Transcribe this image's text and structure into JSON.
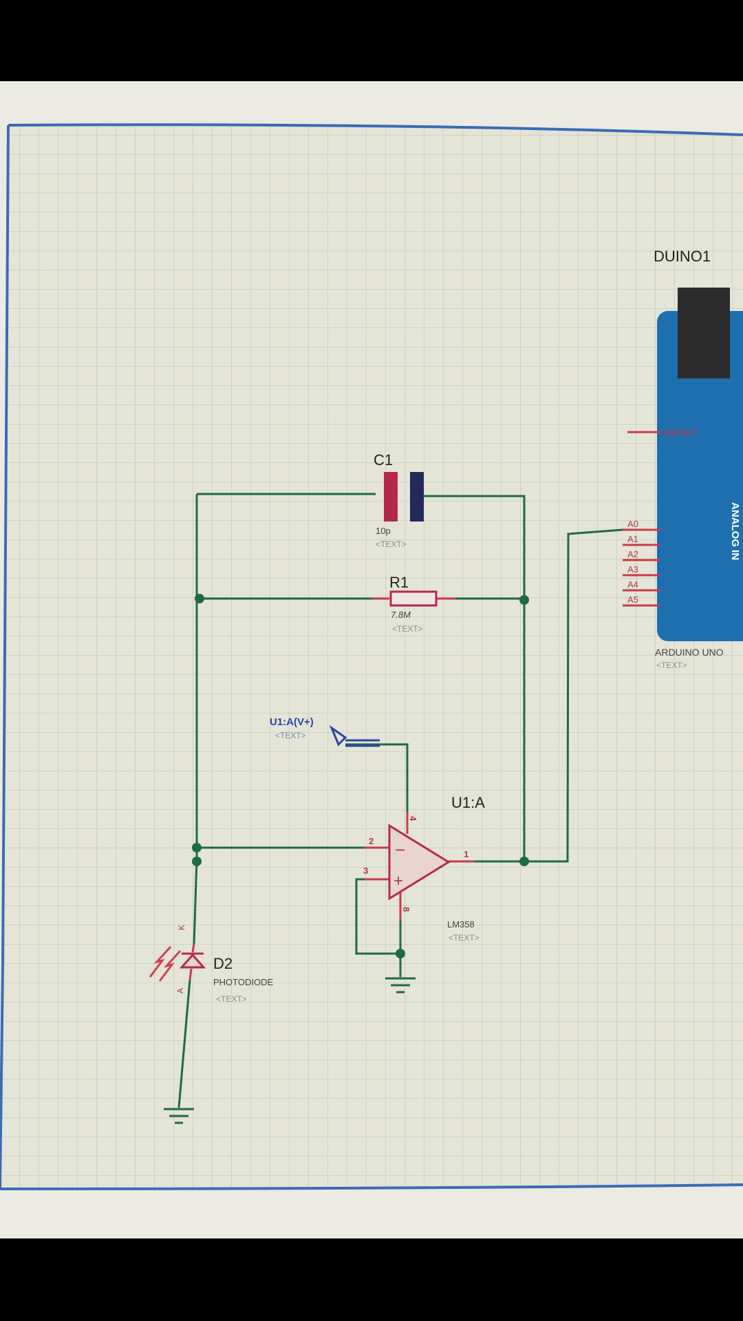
{
  "schematic": {
    "arduino": {
      "ref": "DUINO1",
      "reset_label": "RESET",
      "analog_label": "ANALOG IN",
      "analog_pins": [
        "A0",
        "A1",
        "A2",
        "A3",
        "A4",
        "A5"
      ],
      "name": "ARDUINO UNO",
      "text_tag": "<TEXT>"
    },
    "capacitor": {
      "ref": "C1",
      "value": "10p",
      "text_tag": "<TEXT>"
    },
    "resistor": {
      "ref": "R1",
      "value": "7.8M",
      "text_tag": "<TEXT>"
    },
    "opamp": {
      "ref": "U1:A",
      "part": "LM358",
      "text_tag": "<TEXT>",
      "pin_inverting": "2",
      "pin_noninverting": "3",
      "pin_output": "1",
      "pin_vplus": "4",
      "pin_vminus": "8",
      "minus_sign": "−",
      "plus_sign": "+"
    },
    "power_terminal": {
      "label": "U1:A(V+)",
      "text_tag": "<TEXT>"
    },
    "photodiode": {
      "ref": "D2",
      "part": "PHOTODIODE",
      "text_tag": "<TEXT>",
      "pin_k": "K",
      "pin_a": "A"
    },
    "colors": {
      "wire": "#1e6a44",
      "pin": "#c83a4a",
      "board": "#1e6fae",
      "grid_bg": "#e6e6d8",
      "grid_line": "#c9ccc4",
      "frame": "#3c6bb6",
      "text_gray": "#8c8c8c",
      "label_blue": "#2b45a8"
    }
  }
}
